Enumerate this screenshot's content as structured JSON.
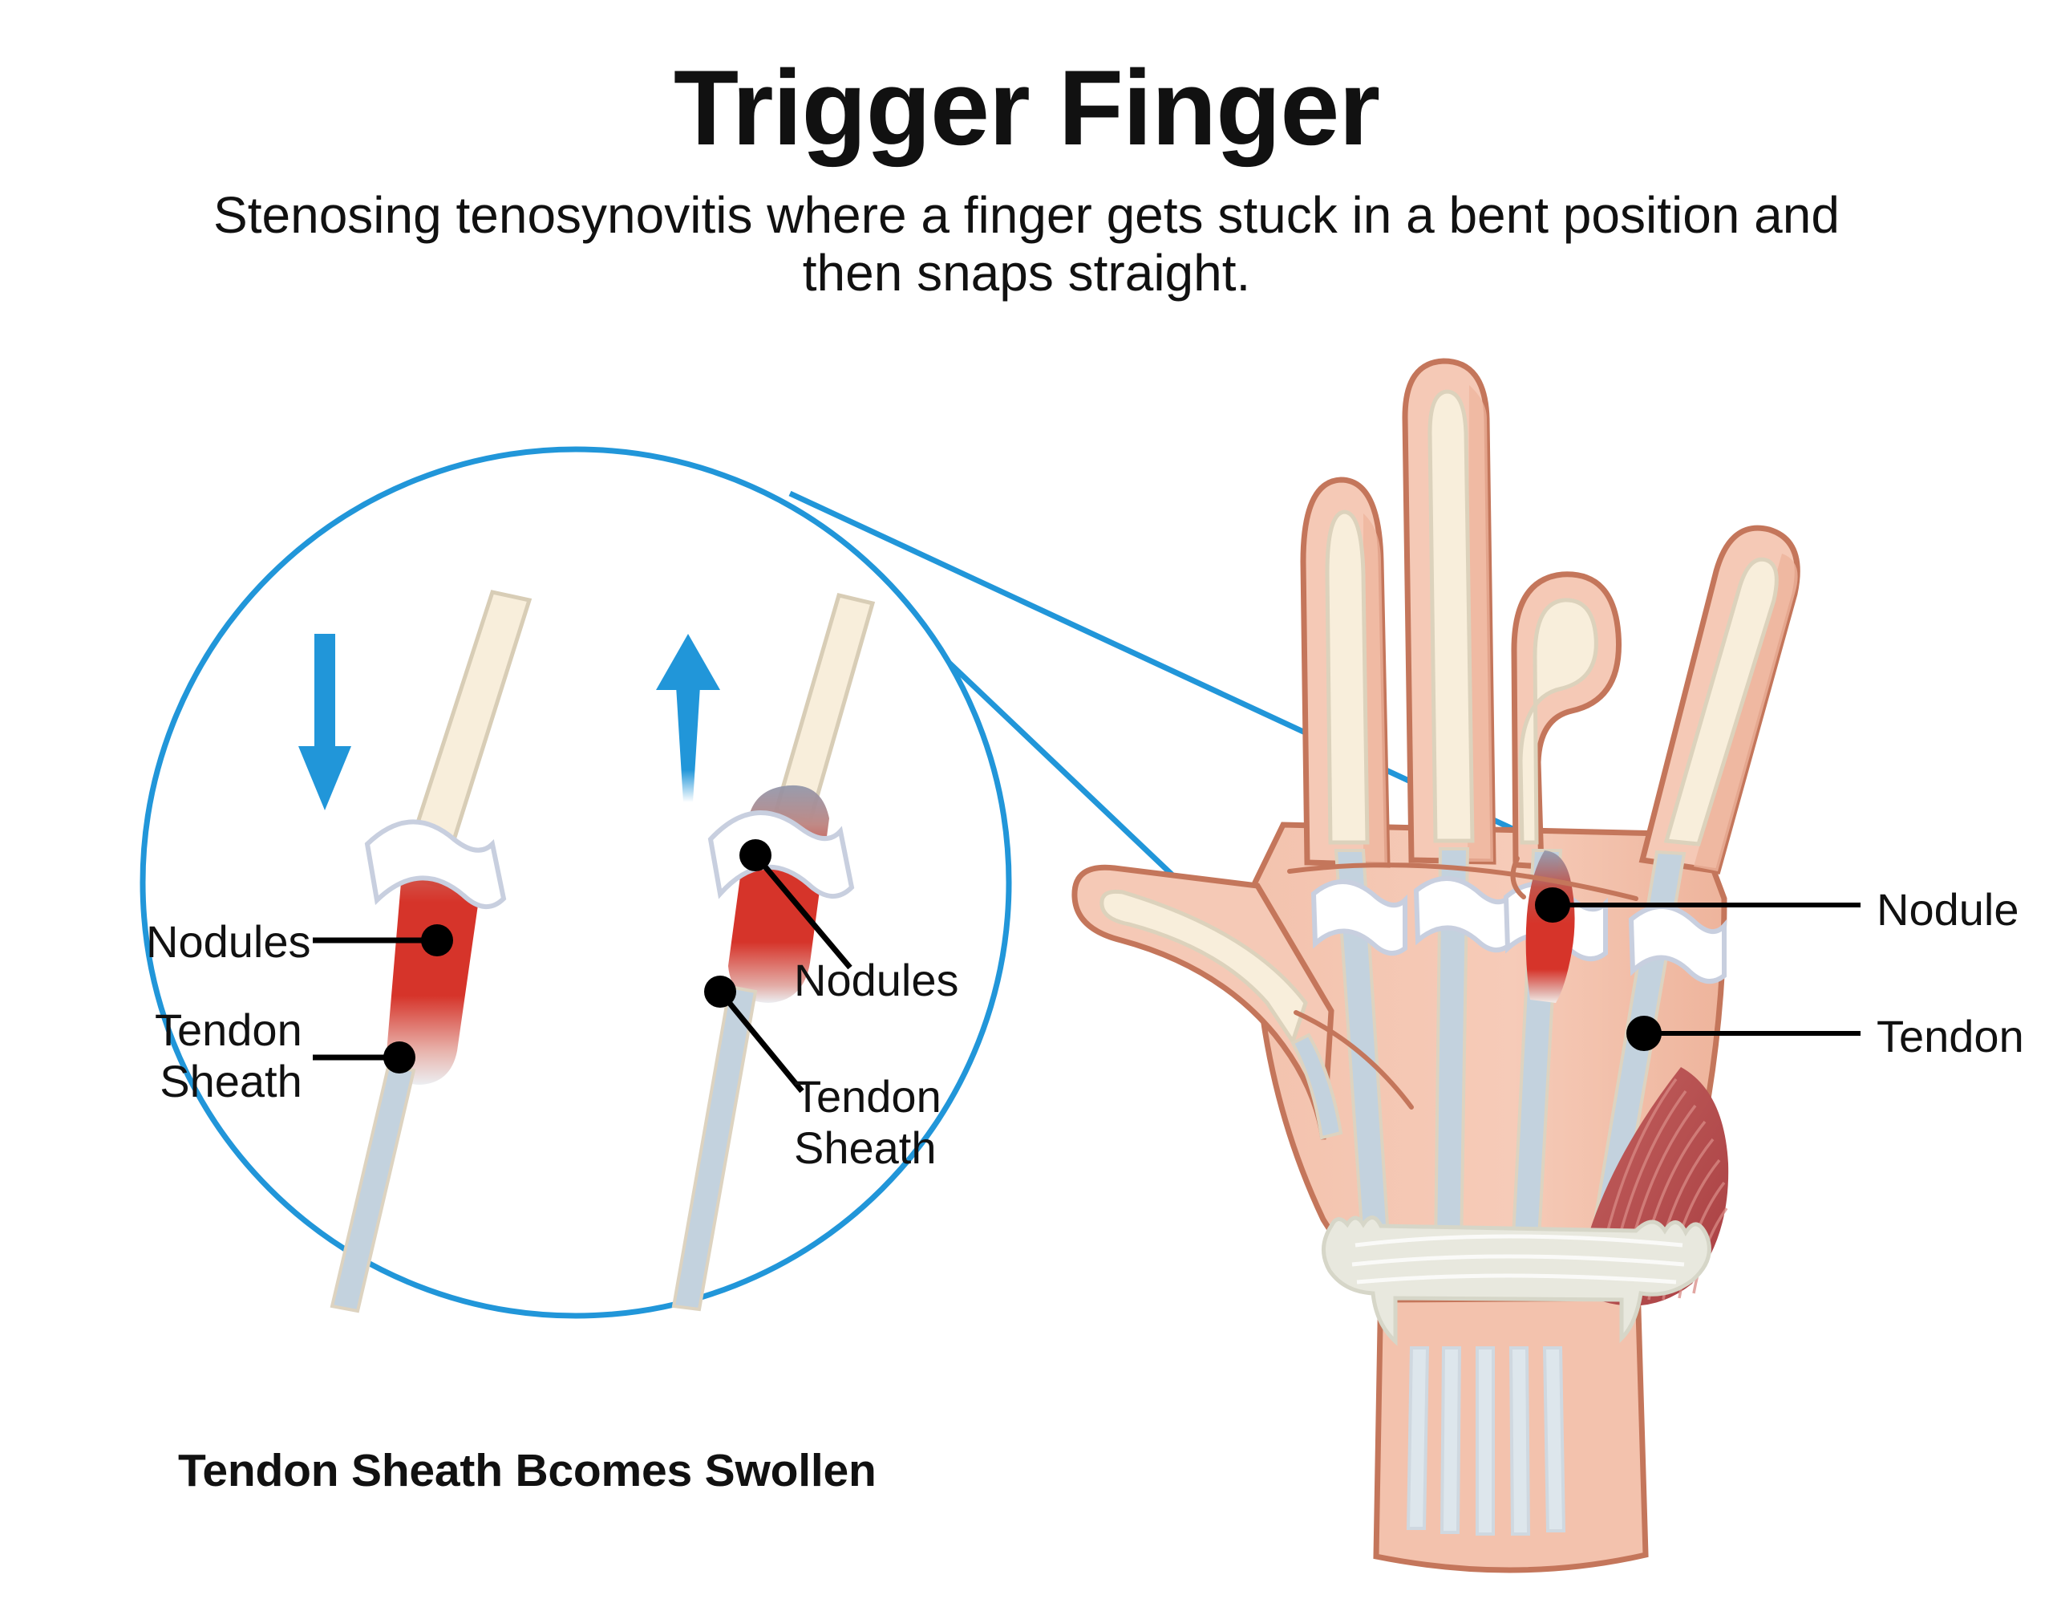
{
  "header": {
    "title": "Trigger Finger",
    "subtitle": "Stenosing tenosynovitis where a finger gets stuck in a bent position and then snaps straight."
  },
  "caption": "Tendon Sheath Bcomes Swollen",
  "magnifier": {
    "left_panel": {
      "arrow_direction": "down",
      "labels": {
        "nodules": "Nodules",
        "tendon_sheath": "Tendon\nSheath"
      }
    },
    "right_panel": {
      "arrow_direction": "up",
      "labels": {
        "nodules": "Nodules",
        "tendon_sheath": "Tendon\nSheath"
      }
    }
  },
  "hand": {
    "labels": {
      "nodule": "Nodule",
      "tendon": "Tendon"
    }
  },
  "colors": {
    "accent_blue": "#2196d9",
    "skin": "#f5c9b6",
    "skin_shadow": "#e8a893",
    "skin_outline": "#c4765b",
    "bone": "#f8eedb",
    "bone_edge": "#dcd2bc",
    "tendon": "#c3d2de",
    "tendon_edge": "#ddd3c0",
    "sheath": "#ffffff",
    "sheath_edge": "#c8cfdf",
    "nodule_red": "#d6342a",
    "muscle_red": "#b8474a",
    "ligament": "#e6e6de",
    "label_line": "#000000"
  }
}
